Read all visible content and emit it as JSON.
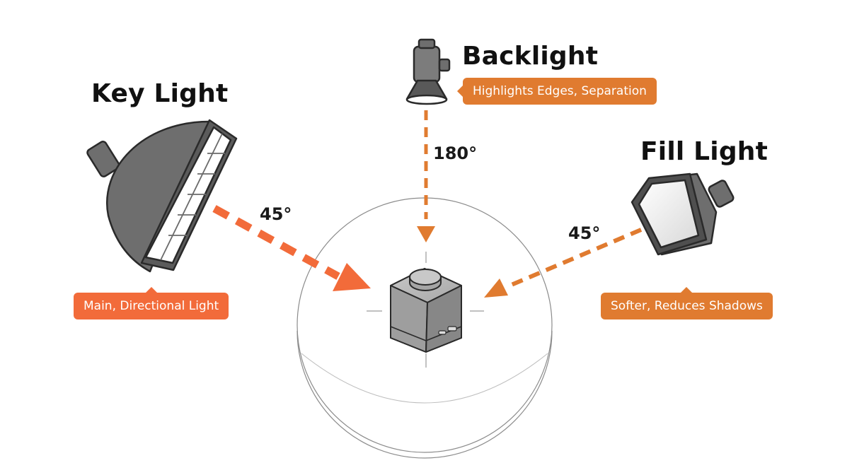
{
  "colors": {
    "key_accent": "#f26b3a",
    "fill_accent": "#e07b30",
    "back_accent": "#e07b30",
    "arrow": "#ec7030",
    "fixture_dark": "#6f6f6f",
    "fixture_outline": "#2a2a2a",
    "subject": "#9a9a9a"
  },
  "key_light": {
    "title": "Key Light",
    "angle": "45°",
    "description": "Main, Directional Light"
  },
  "backlight": {
    "title": "Backlight",
    "angle": "180°",
    "description": "Highlights Edges, Separation"
  },
  "fill_light": {
    "title": "Fill Light",
    "angle": "45°",
    "description": "Softer, Reduces Shadows"
  }
}
